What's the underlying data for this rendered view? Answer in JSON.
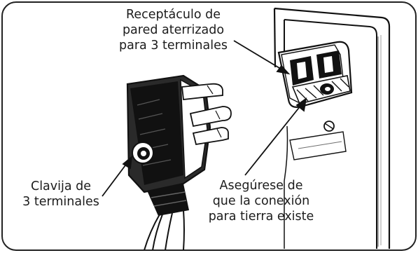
{
  "labels": {
    "receptacle": [
      "Receptáculo de",
      "pared aterrizado",
      "para 3 terminales"
    ],
    "plug": [
      "Clavija de",
      "3 terminales"
    ],
    "ground_note": [
      "Asegúrese de",
      "que la conexión",
      "para tierra existe"
    ]
  },
  "colors": {
    "ink": "#111111",
    "frame": "#222222",
    "background": "#ffffff"
  }
}
